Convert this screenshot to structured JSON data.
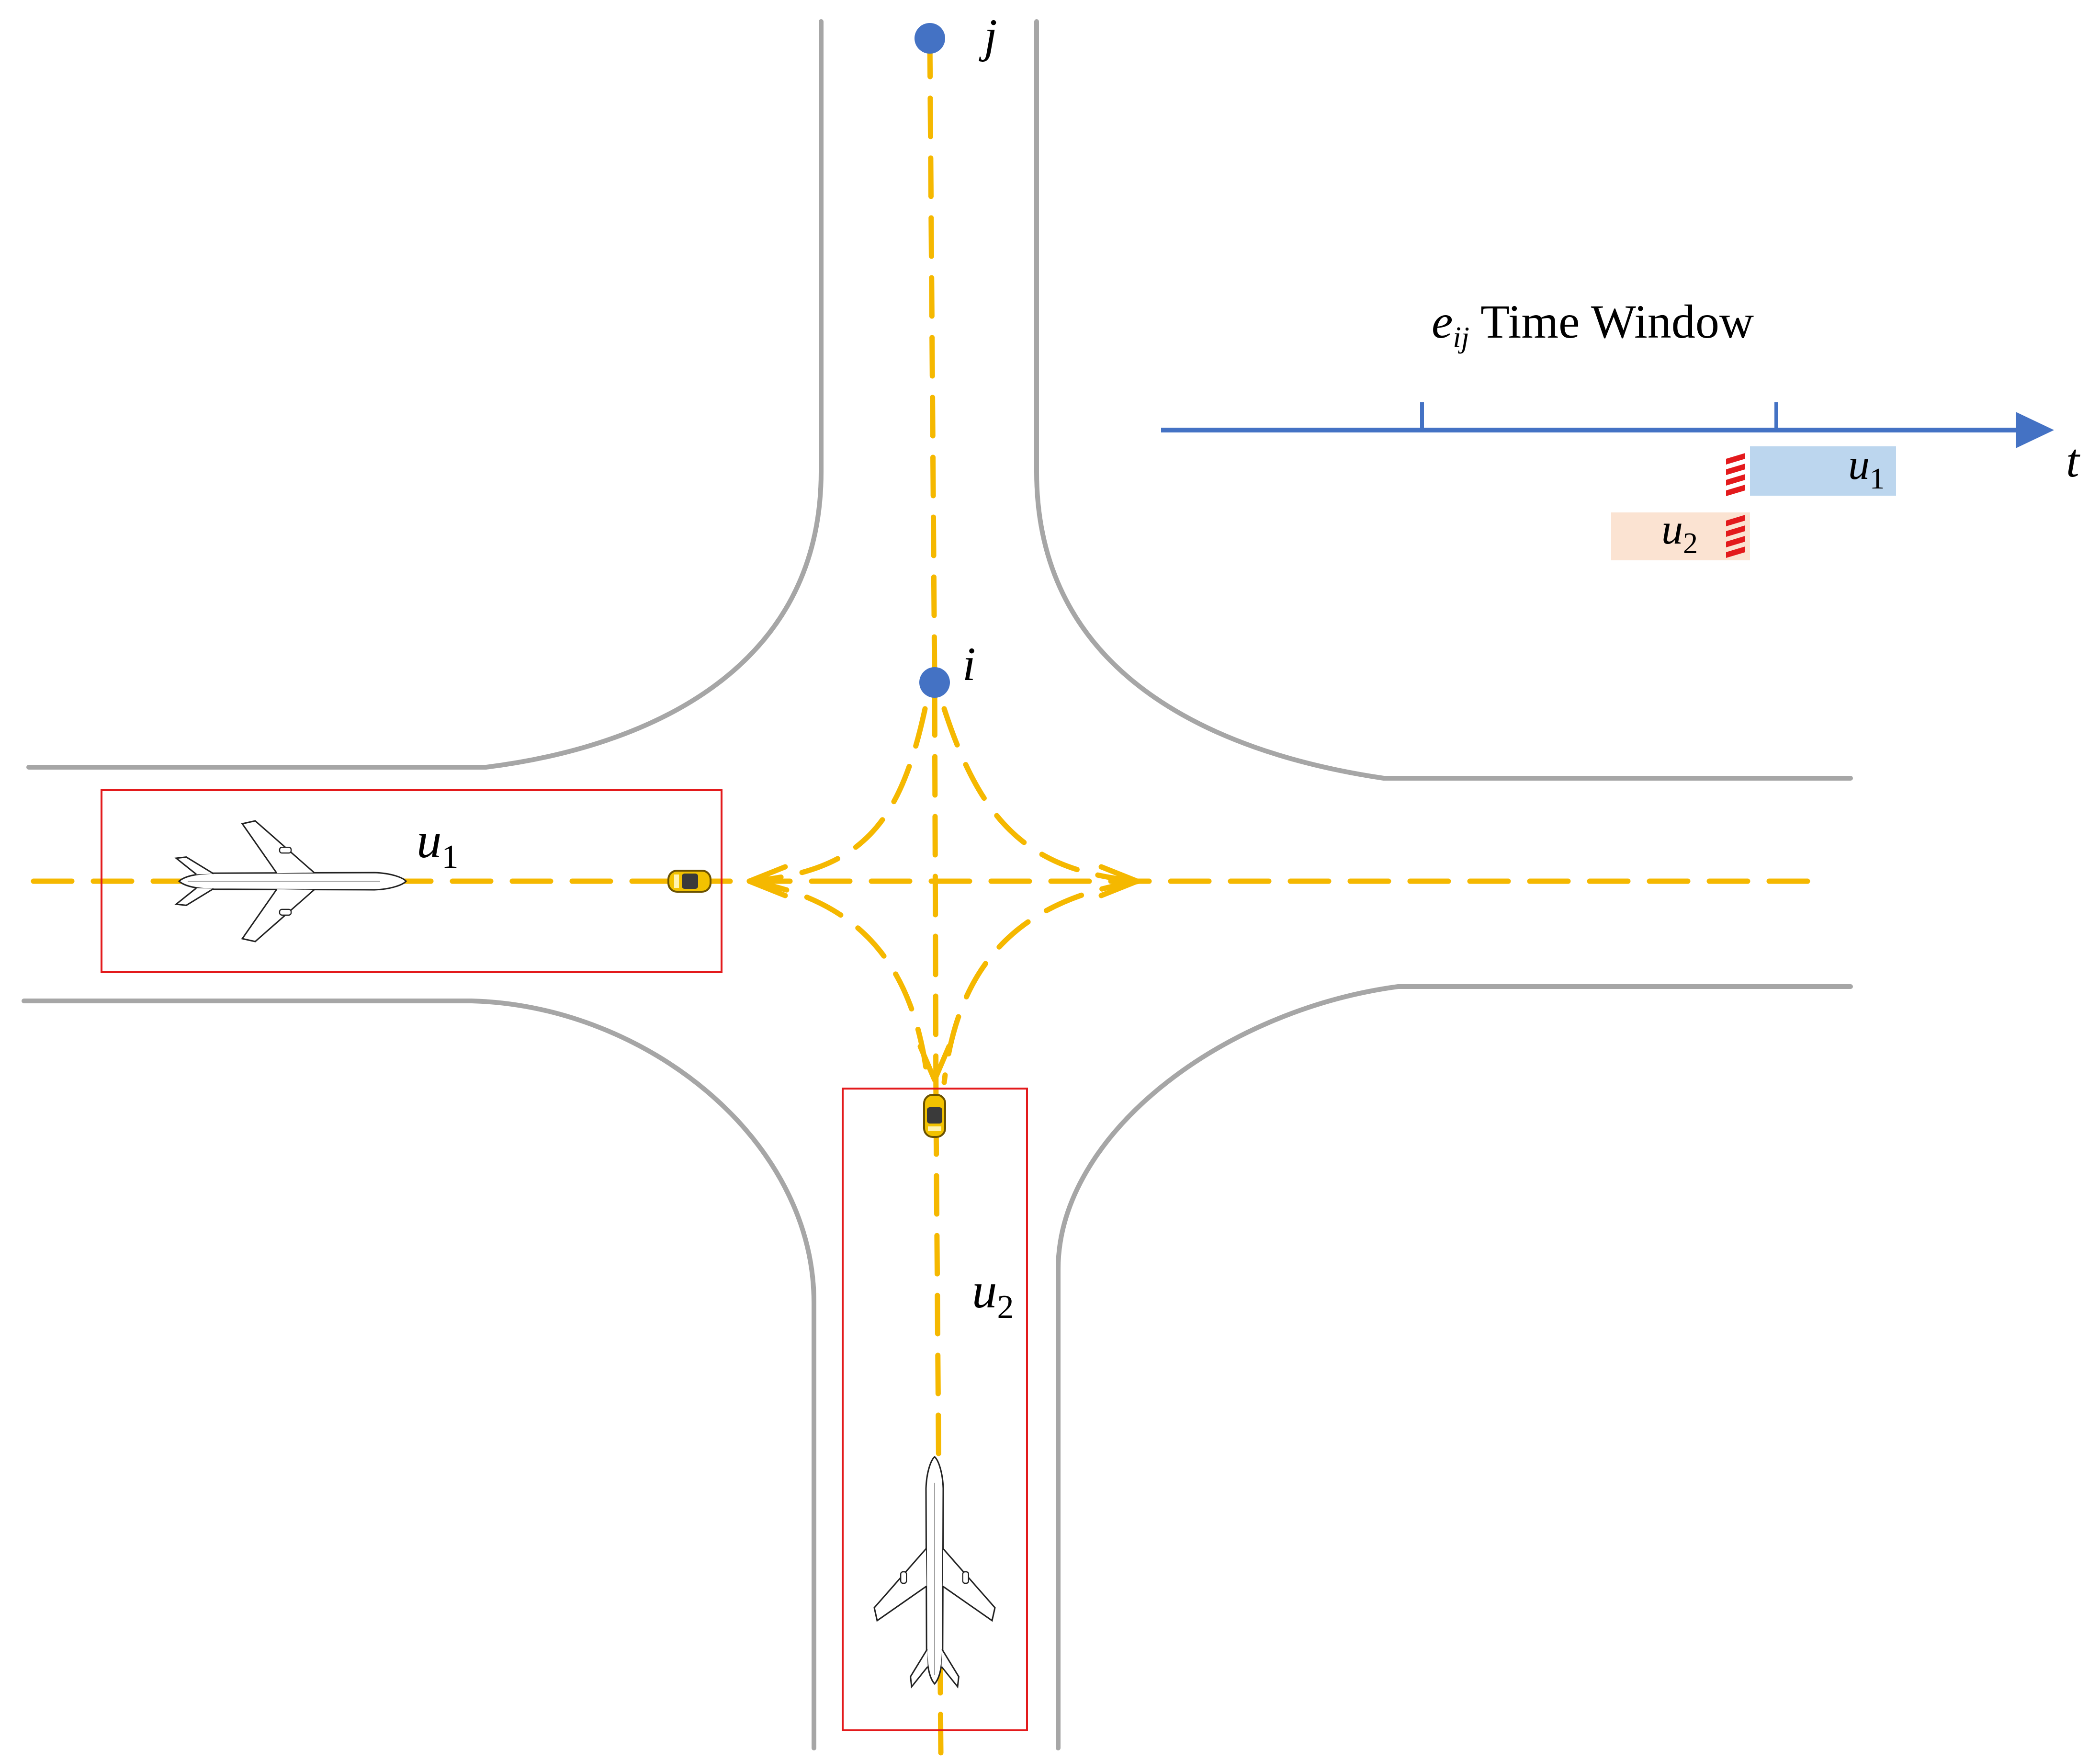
{
  "nodes": {
    "j": {
      "label": "j"
    },
    "i": {
      "label": "i"
    }
  },
  "units": {
    "u1": {
      "base": "u",
      "sub": "1"
    },
    "u2": {
      "base": "u",
      "sub": "2"
    }
  },
  "time_window": {
    "edge_base": "e",
    "edge_sub": "ij",
    "title_suffix": " Time Window",
    "axis_label": "t",
    "bars": [
      {
        "base": "u",
        "sub": "1",
        "color": "#bcd6ee"
      },
      {
        "base": "u",
        "sub": "2",
        "color": "#fbe3d2"
      }
    ]
  },
  "colors": {
    "road_edge": "#a6a6a6",
    "centerline": "#f5b800",
    "node": "#4472c4",
    "axis": "#4472c4",
    "unit_box": "#e31a1c",
    "car": "#f2c200",
    "hatch": "#e31a1c"
  },
  "icons": [
    "node-dot-icon",
    "airplane-icon",
    "taxi-car-icon",
    "hatch-marker-icon",
    "arrow-head-icon"
  ]
}
